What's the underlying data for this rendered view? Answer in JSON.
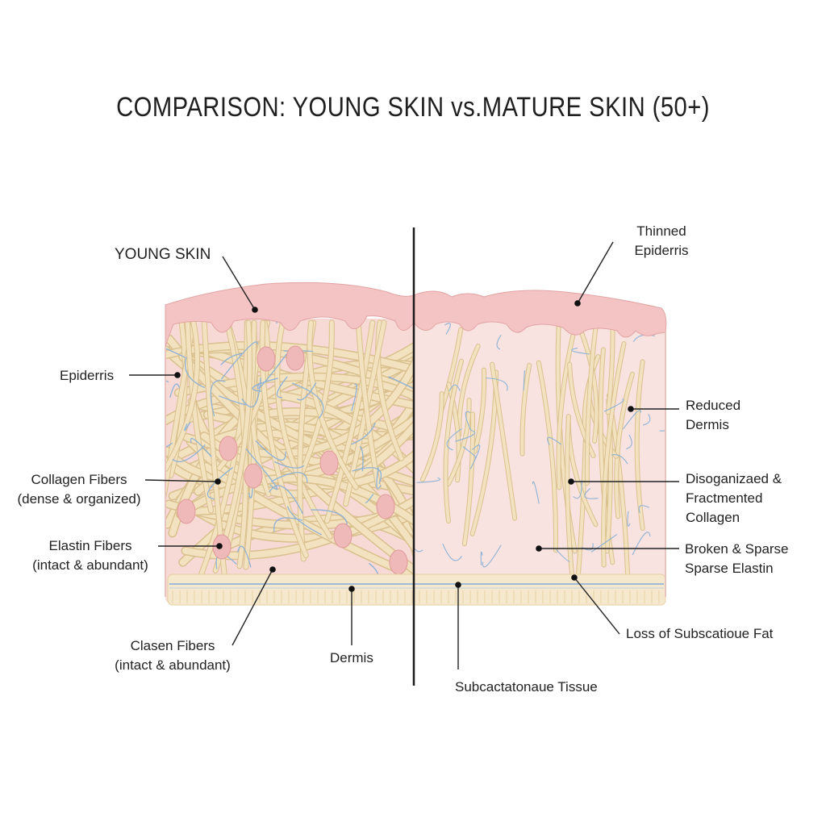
{
  "title": "COMPARISON: YOUNG SKIN vs.MATURE SKIN (50+)",
  "labels": {
    "young_skin": "YOUNG SKIN",
    "thinned_epidermis": [
      "Thinned",
      "Epiderris"
    ],
    "epidermis": "Epiderris",
    "reduced_dermis": [
      "Reduced",
      "Dermis"
    ],
    "collagen_fibers": [
      "Collagen Fibers",
      "(dense & organized)"
    ],
    "disorganized_collagen": [
      "Disoganizaed &",
      "Fractmented",
      "Collagen"
    ],
    "elastin_fibers": [
      "Elastin Fibers",
      "(intact & abundant)"
    ],
    "broken_elastin": [
      "Broken & Sparse",
      "Sparse Elastin"
    ],
    "loss_fat": "Loss of Subscatioue Fat",
    "clasen_fibers": [
      "Clasen Fibers",
      "(intact & abundant)"
    ],
    "dermis": "Dermis",
    "subcutaneous": "Subcactatonaue Tissue"
  },
  "colors": {
    "epidermis": "#f4c4c4",
    "dermis_young": "#f7d9d6",
    "dermis_mature": "#f8e3e1",
    "collagen": "#f2e2bf",
    "collagen_edge": "#d9c08e",
    "elastin": "#8fb2d6",
    "fat": "#f6e8cc",
    "divider": "#1a1a1a",
    "line": "#222222"
  }
}
